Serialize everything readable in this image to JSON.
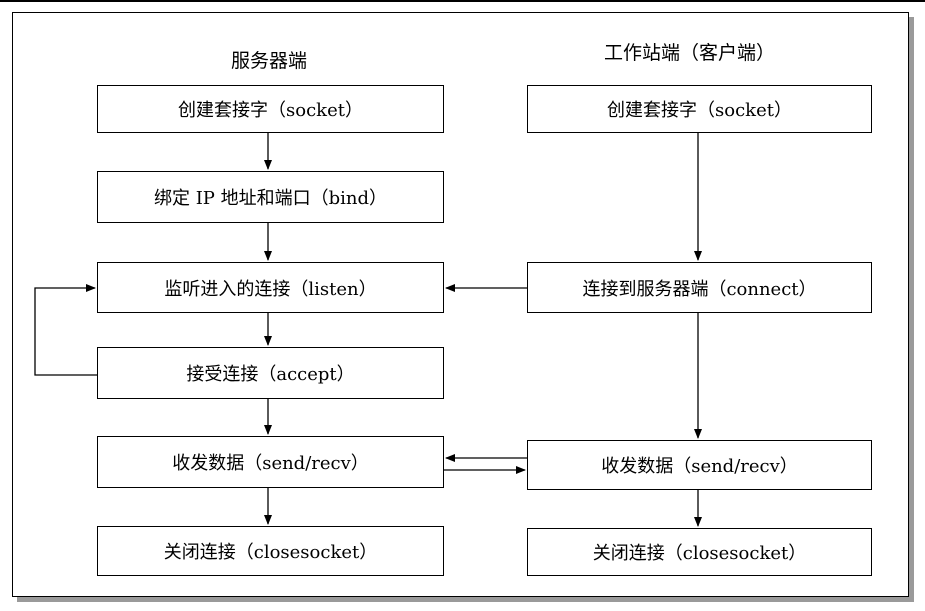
{
  "server": {
    "title": "服务器端",
    "steps": {
      "create": "创建套接字（socket）",
      "bind": "绑定 IP 地址和端口（bind）",
      "listen": "监听进入的连接（listen）",
      "accept": "接受连接（accept）",
      "sendrecv": "收发数据（send/recv）",
      "close": "关闭连接（closesocket）"
    }
  },
  "client": {
    "title": "工作站端（客户端）",
    "steps": {
      "create": "创建套接字（socket）",
      "connect": "连接到服务器端（connect）",
      "sendrecv": "收发数据（send/recv）",
      "close": "关闭连接（closesocket）"
    }
  }
}
